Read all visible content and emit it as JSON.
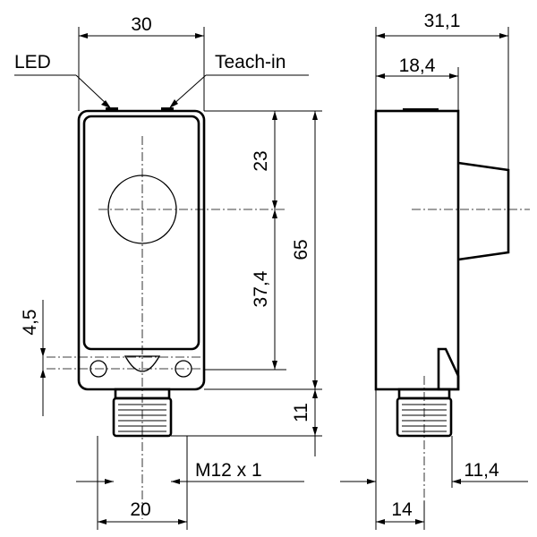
{
  "labels": {
    "led": "LED",
    "teach_in": "Teach-in",
    "thread": "M12 x 1"
  },
  "dimensions": {
    "front_width": "30",
    "connector_width": "20",
    "height_upper": "23",
    "height_lower": "37,4",
    "height_total": "65",
    "hole_offset": "4,5",
    "connector_length": "11",
    "side_total_depth": "31,1",
    "side_body_depth": "18,4",
    "side_connector_offset": "11,4",
    "side_connector_width": "14"
  }
}
